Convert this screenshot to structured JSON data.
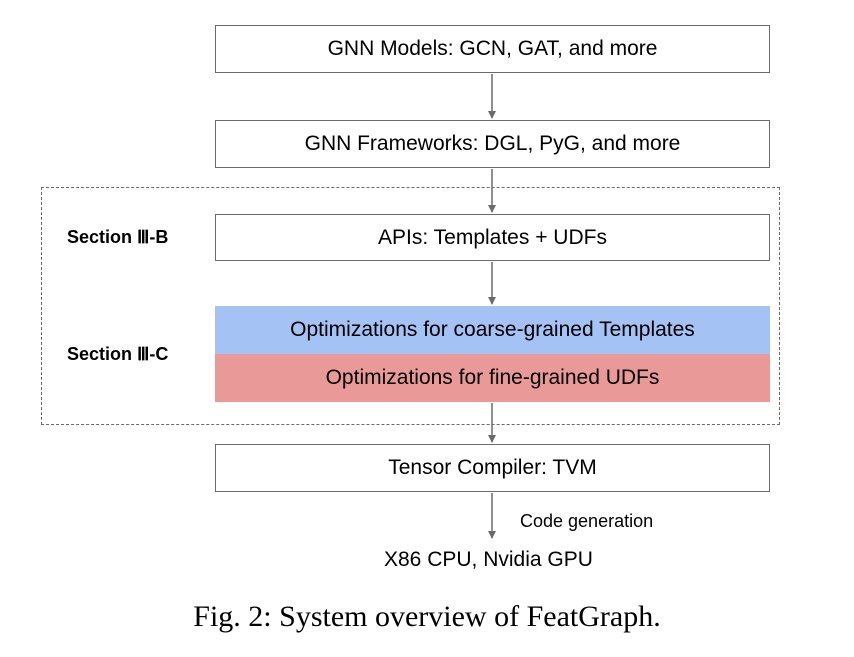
{
  "diagram": {
    "boxes": {
      "models": "GNN Models: GCN, GAT, and more",
      "frameworks": "GNN Frameworks: DGL, PyG, and more",
      "apis": "APIs: Templates + UDFs",
      "coarse": "Optimizations for coarse-grained Templates",
      "fine": "Optimizations for fine-grained UDFs",
      "tvm": "Tensor Compiler: TVM"
    },
    "section_labels": {
      "apis": "Section Ⅲ-B",
      "optimizations": "Section Ⅲ-C"
    },
    "edge_labels": {
      "codegen": "Code generation"
    },
    "targets": "X86 CPU, Nvidia GPU",
    "colors": {
      "coarse": "#a4c2f4",
      "fine": "#ea9999",
      "border": "#6b6b6b"
    }
  },
  "caption": "Fig. 2: System overview of FeatGraph."
}
